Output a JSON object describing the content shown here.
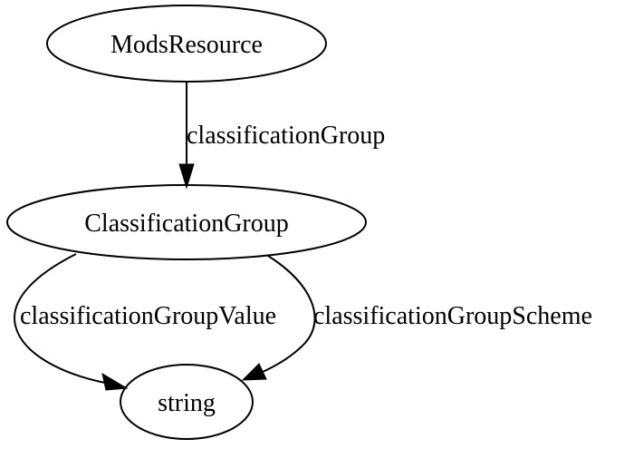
{
  "graph": {
    "nodes": {
      "mods_resource": "ModsResource",
      "classification_group": "ClassificationGroup",
      "string": "string"
    },
    "edges": {
      "classification_group": "classificationGroup",
      "classification_group_value": "classificationGroupValue",
      "classification_group_scheme": "classificationGroupScheme"
    }
  }
}
